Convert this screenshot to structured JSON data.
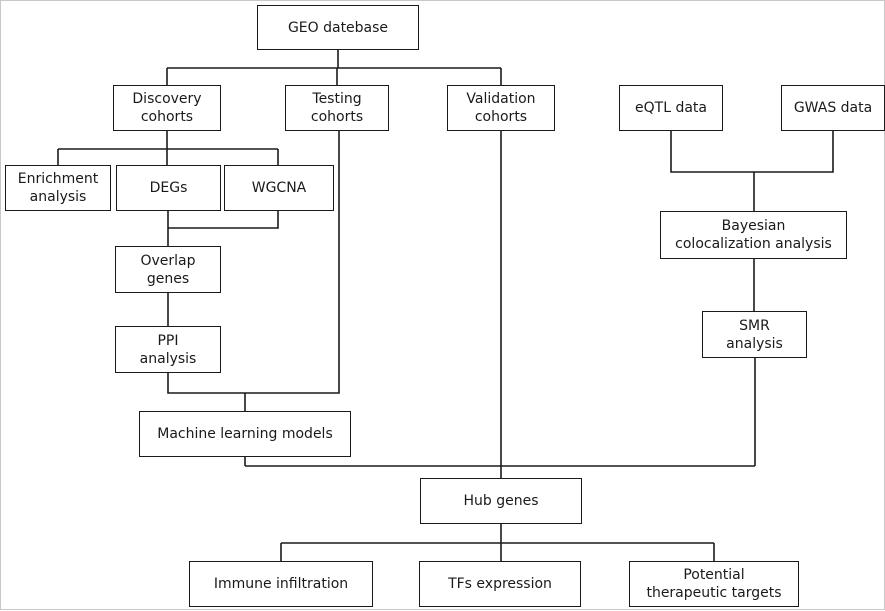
{
  "nodes": {
    "geo": "GEO datebase",
    "discovery": "Discovery\ncohorts",
    "testing": "Testing\ncohorts",
    "validation": "Validation\ncohorts",
    "eqtl": "eQTL data",
    "gwas": "GWAS data",
    "enrichment": "Enrichment\nanalysis",
    "degs": "DEGs",
    "wgcna": "WGCNA",
    "overlap": "Overlap\ngenes",
    "bayesian": "Bayesian\ncolocalization analysis",
    "smr": "SMR\nanalysis",
    "ppi": "PPI\nanalysis",
    "ml": "Machine learning models",
    "hub": "Hub genes",
    "immune": "Immune infiltration",
    "tfs": "TFs expression",
    "potential": "Potential\ntherapeutic targets"
  },
  "colors": {
    "line": "#1a1a1a",
    "border": "#1a1a1a",
    "frame": "#c8c8c8"
  }
}
